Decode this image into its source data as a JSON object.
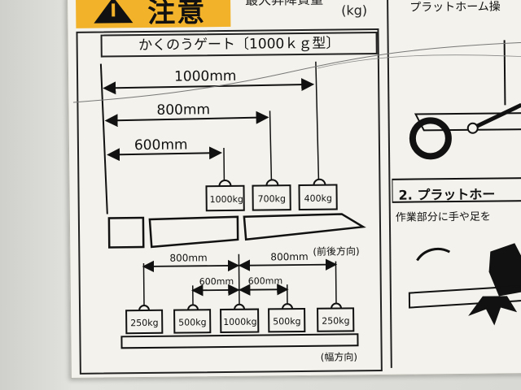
{
  "header": {
    "warning_label": "注意",
    "top_heading": "最大昇降質量",
    "top_unit": "(kg)"
  },
  "panel": {
    "title": "かくのうゲート〔1000ｋｇ型〕",
    "front_dims": [
      "1000mm",
      "800mm",
      "600mm"
    ],
    "front_weights": [
      "1000kg",
      "700kg",
      "400kg"
    ],
    "front_direction": "(前後方向)",
    "width_dims_outer": [
      "800mm",
      "800mm"
    ],
    "width_dims_inner": [
      "600mm",
      "600mm"
    ],
    "width_weights": [
      "250kg",
      "500kg",
      "1000kg",
      "500kg",
      "250kg"
    ],
    "width_direction": "(幅方向)"
  },
  "right_panel": {
    "top_text": "プラットホーム操",
    "section_title": "2. プラットホー",
    "caution_text": "作業部分に手や足を"
  }
}
